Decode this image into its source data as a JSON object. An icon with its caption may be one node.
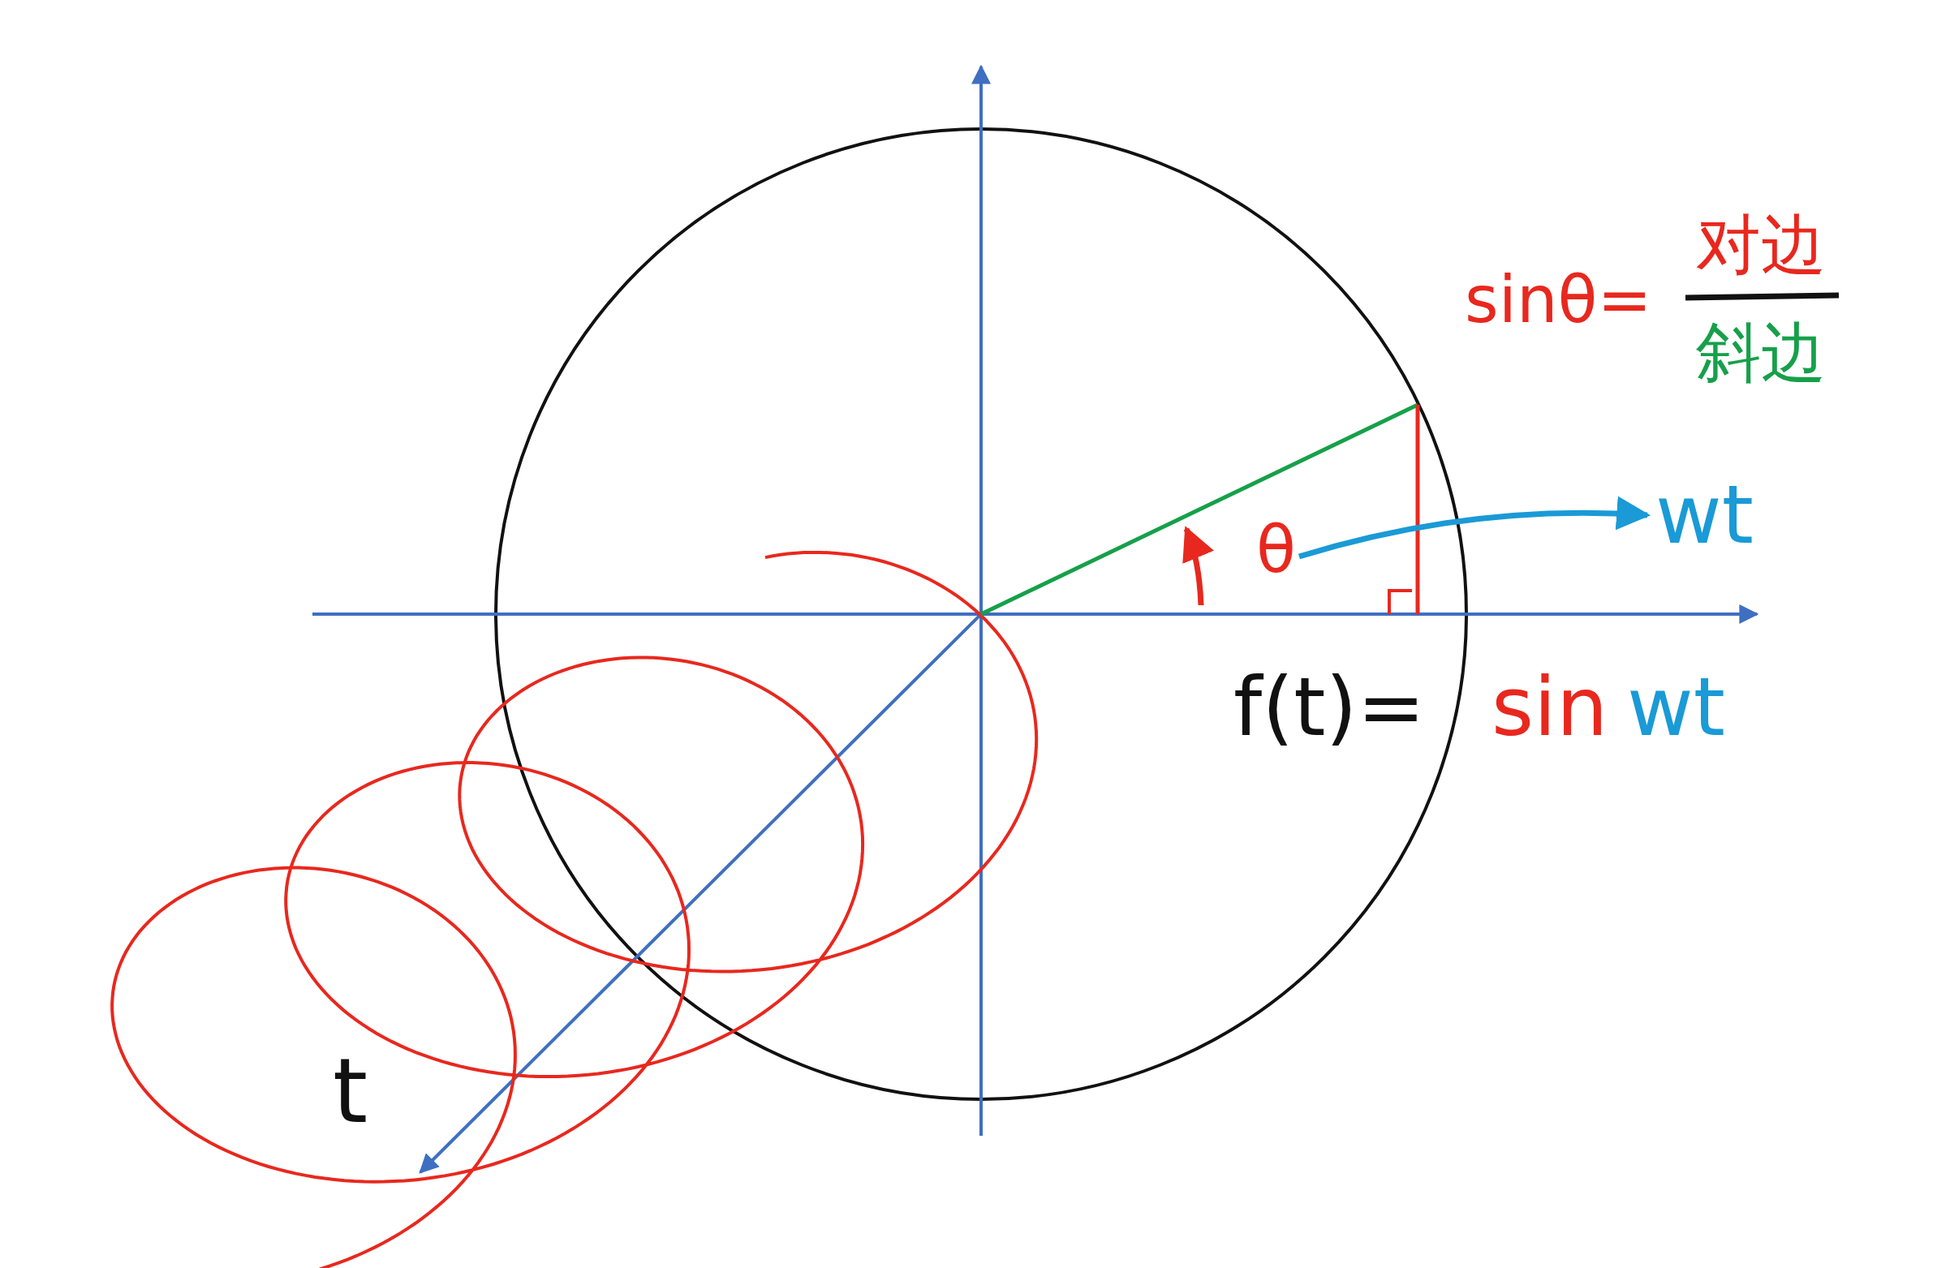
{
  "diagram": {
    "nodes": [
      {
        "text": [
          "θ"
        ]
      },
      {
        "text": [
          "wt"
        ]
      }
    ],
    "edges": [
      {
        "from": 0,
        "to": 1,
        "arrow": "to",
        "color": "#1a9ad6"
      }
    ],
    "labels": [
      "sinθ=",
      "对边",
      "斜边",
      "f(t)=",
      "sin",
      "wt",
      "t"
    ]
  }
}
